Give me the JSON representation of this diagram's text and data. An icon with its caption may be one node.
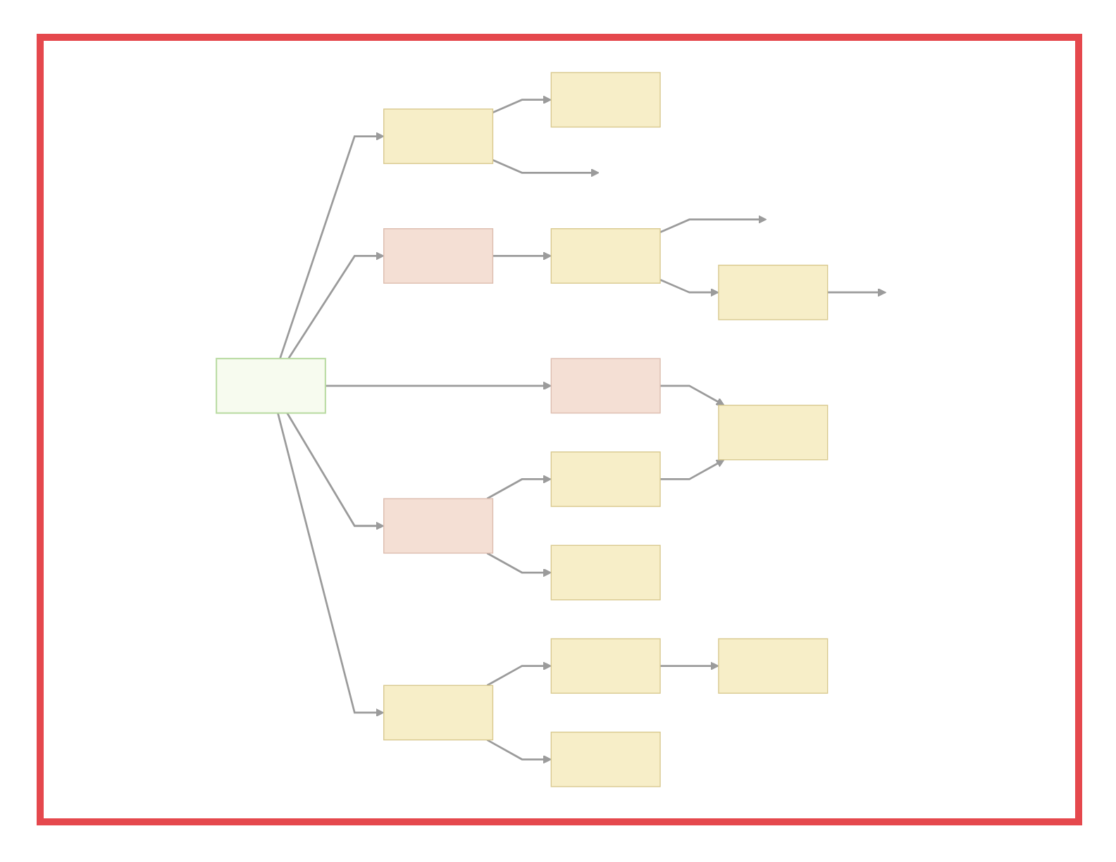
{
  "diagram": {
    "nodes": [
      {
        "text": [],
        "shape": "box"
      },
      {
        "text": [],
        "shape": "box"
      },
      {
        "text": [],
        "shape": "box"
      },
      {
        "text": [],
        "shape": "box"
      },
      {
        "text": [],
        "shape": "box"
      },
      {
        "text": [],
        "shape": "box"
      },
      {
        "text": [],
        "shape": "box"
      },
      {
        "text": [],
        "shape": "box"
      },
      {
        "text": [],
        "shape": "box"
      },
      {
        "text": [],
        "shape": "box"
      },
      {
        "text": [],
        "shape": "box"
      },
      {
        "text": [],
        "shape": "box"
      },
      {
        "text": [],
        "shape": "box"
      },
      {
        "text": [],
        "shape": "box"
      },
      {
        "text": [],
        "shape": "box"
      }
    ],
    "edges": [
      {
        "from": 5,
        "to": 0,
        "arrow": "to"
      },
      {
        "from": 0,
        "to": 4,
        "arrow": "to"
      },
      {
        "from": 0,
        "to": null,
        "arrow": "to"
      },
      {
        "from": 5,
        "to": 1,
        "arrow": "to"
      },
      {
        "from": 1,
        "to": 2,
        "arrow": "to"
      },
      {
        "from": 2,
        "to": null,
        "arrow": "to"
      },
      {
        "from": 2,
        "to": 3,
        "arrow": "to"
      },
      {
        "from": 3,
        "to": null,
        "arrow": "to"
      },
      {
        "from": 5,
        "to": 6,
        "arrow": "to"
      },
      {
        "from": 6,
        "to": 7,
        "arrow": "to"
      },
      {
        "from": 12,
        "to": 7,
        "arrow": "to"
      },
      {
        "from": 5,
        "to": 11,
        "arrow": "to"
      },
      {
        "from": 11,
        "to": 12,
        "arrow": "to"
      },
      {
        "from": 11,
        "to": 14,
        "arrow": "to"
      },
      {
        "from": 5,
        "to": 9,
        "arrow": "to"
      },
      {
        "from": 9,
        "to": 8,
        "arrow": "to"
      },
      {
        "from": 8,
        "to": 10,
        "arrow": "to"
      },
      {
        "from": 9,
        "to": 13,
        "arrow": "to"
      }
    ]
  }
}
